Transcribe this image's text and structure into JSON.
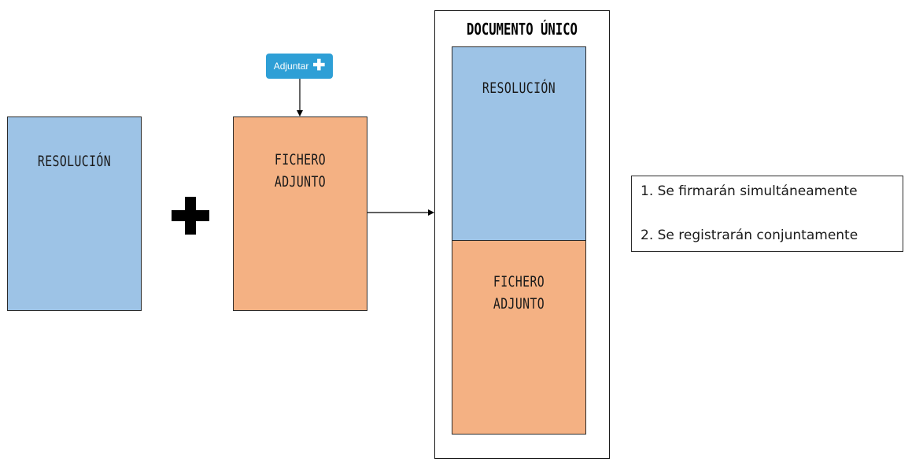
{
  "left": {
    "resolucion_label": "RESOLUCIÓN",
    "fichero_line1": "FICHERO",
    "fichero_line2": "ADJUNTO"
  },
  "button": {
    "label": "Adjuntar",
    "icon": "plus-icon"
  },
  "documento": {
    "title": "DOCUMENTO ÚNICO",
    "resolucion_label": "RESOLUCIÓN",
    "fichero_line1": "FICHERO",
    "fichero_line2": "ADJUNTO"
  },
  "notes": {
    "line1": "1. Se firmarán simultáneamente",
    "line2": "2. Se registrarán conjuntamente"
  },
  "colors": {
    "resolucion_fill": "#9dc3e6",
    "fichero_fill": "#f4b183",
    "button_fill": "#2e9fd6"
  }
}
